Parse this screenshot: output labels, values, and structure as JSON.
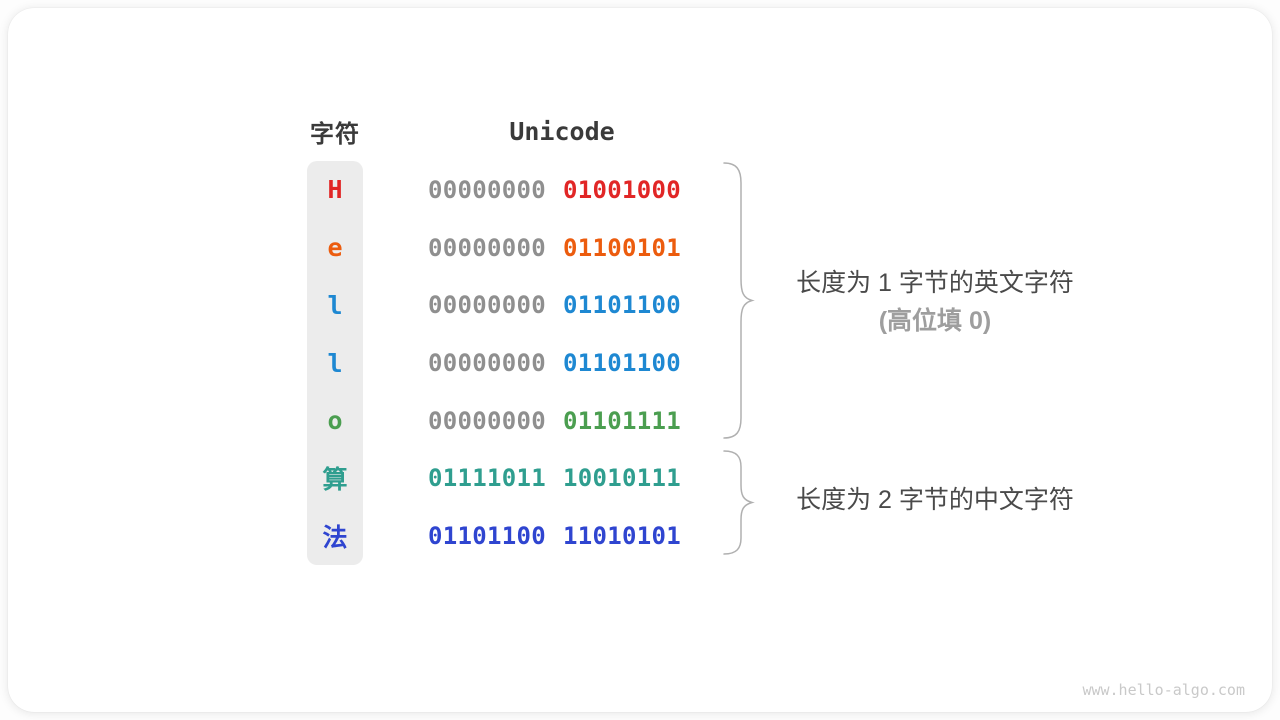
{
  "header": {
    "char_label": "字符",
    "unicode_label": "Unicode"
  },
  "rows": [
    {
      "char": "H",
      "color": "#e12626",
      "byte1": "00000000",
      "byte2": "01001000",
      "byte1_muted": true
    },
    {
      "char": "e",
      "color": "#ec5c0e",
      "byte1": "00000000",
      "byte2": "01100101",
      "byte1_muted": true
    },
    {
      "char": "l",
      "color": "#1e88d2",
      "byte1": "00000000",
      "byte2": "01101100",
      "byte1_muted": true
    },
    {
      "char": "l",
      "color": "#1e88d2",
      "byte1": "00000000",
      "byte2": "01101100",
      "byte1_muted": true
    },
    {
      "char": "o",
      "color": "#4b9e50",
      "byte1": "00000000",
      "byte2": "01101111",
      "byte1_muted": true
    },
    {
      "char": "算",
      "color": "#2f9e8f",
      "byte1": "01111011",
      "byte2": "10010111",
      "byte1_muted": false
    },
    {
      "char": "法",
      "color": "#2f45d0",
      "byte1": "01101100",
      "byte2": "11010101",
      "byte1_muted": false
    }
  ],
  "annotations": {
    "group1_line1": "长度为 1 字节的英文字符",
    "group1_line2": "(高位填 0)",
    "group2_line1": "长度为 2 字节的中文字符"
  },
  "footer": {
    "watermark": "www.hello-algo.com"
  },
  "palette": {
    "muted_zero": "#8f8f8f",
    "char_column_bg": "#ececec",
    "header_text": "#3a3a3a",
    "annotation_text": "#4a4a4a",
    "annotation_muted": "#9e9e9e",
    "brace": "#b0b0b0",
    "watermark": "#c9c9c9"
  }
}
